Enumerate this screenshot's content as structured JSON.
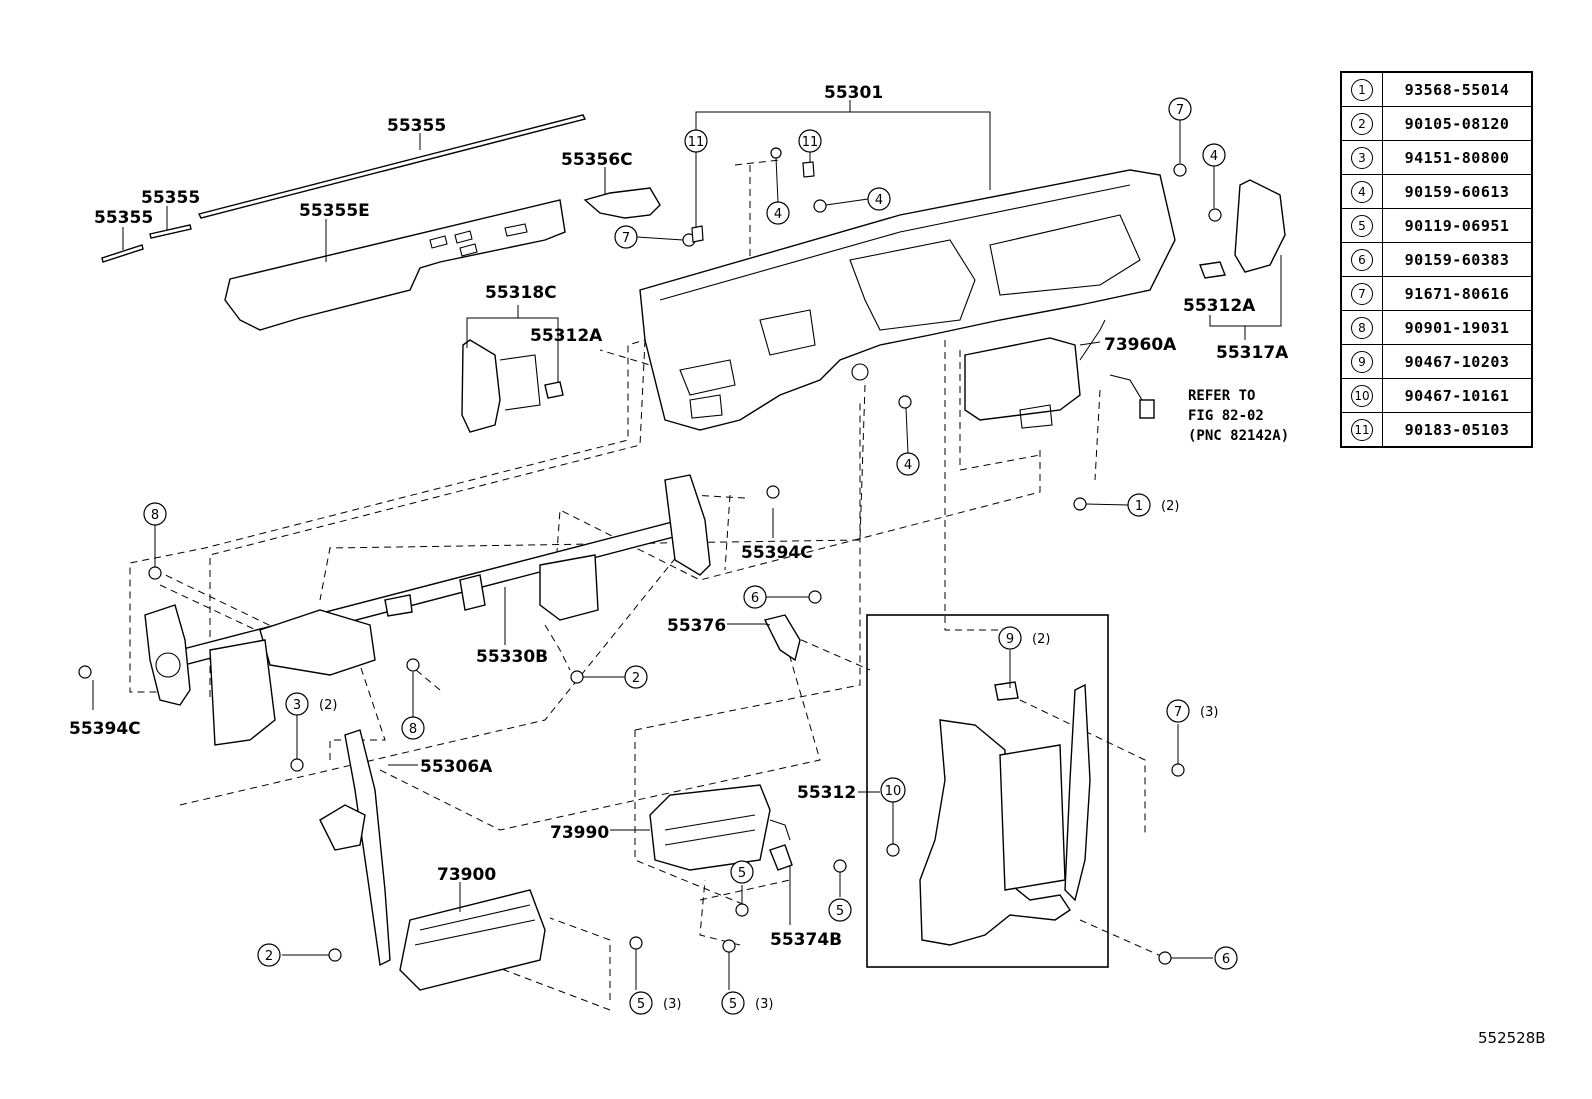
{
  "figure_code": "552528B",
  "legend": [
    {
      "key": "1",
      "part": "93568-55014"
    },
    {
      "key": "2",
      "part": "90105-08120"
    },
    {
      "key": "3",
      "part": "94151-80800"
    },
    {
      "key": "4",
      "part": "90159-60613"
    },
    {
      "key": "5",
      "part": "90119-06951"
    },
    {
      "key": "6",
      "part": "90159-60383"
    },
    {
      "key": "7",
      "part": "91671-80616"
    },
    {
      "key": "8",
      "part": "90901-19031"
    },
    {
      "key": "9",
      "part": "90467-10203"
    },
    {
      "key": "10",
      "part": "90467-10161"
    },
    {
      "key": "11",
      "part": "90183-05103"
    }
  ],
  "labels": {
    "p55301": "55301",
    "p55355_top": "55355",
    "p55355_mid": "55355",
    "p55355_left": "55355",
    "p55355E": "55355E",
    "p55356C": "55356C",
    "p55318C": "55318C",
    "p55312A_left": "55312A",
    "p55312A_right": "55312A",
    "p55317A": "55317A",
    "p73960A": "73960A",
    "p55394C_top": "55394C",
    "p55394C_left": "55394C",
    "p55330B": "55330B",
    "p55376": "55376",
    "p55306A": "55306A",
    "p55312": "55312",
    "p73990": "73990",
    "p73900": "73900",
    "p55374B": "55374B"
  },
  "refer": {
    "line1": "REFER TO",
    "line2": "FIG 82-02",
    "line3": "(PNC 82142A)"
  },
  "callouts": {
    "c11a": "11",
    "c11b": "11",
    "c7_top": "7",
    "c4_top": "4",
    "c4_mid": "4",
    "c7_left": "7",
    "c4_low": "4",
    "c1": "1",
    "q1": "(2)",
    "c8_left": "8",
    "c8_mid": "8",
    "c2_mid": "2",
    "c6_mid": "6",
    "c3": "3",
    "q3": "(2)",
    "c9": "9",
    "q9": "(2)",
    "c7_right": "7",
    "q7": "(3)",
    "c10": "10",
    "c5_a": "5",
    "c5_b": "5",
    "c2_low": "2",
    "c5_c": "5",
    "q5c": "(3)",
    "c5_d": "5",
    "q5d": "(3)",
    "c6_low": "6"
  },
  "colors": {
    "ink": "#000000",
    "paper": "#ffffff"
  }
}
